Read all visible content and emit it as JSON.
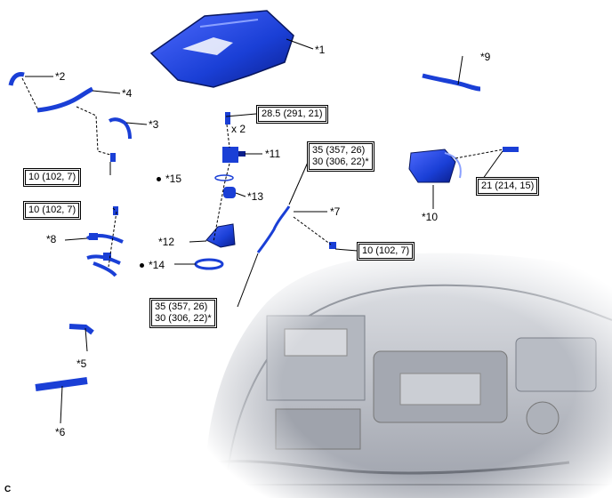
{
  "callouts": {
    "c1": "*1",
    "c2": "*2",
    "c3": "*3",
    "c4": "*4",
    "c5": "*5",
    "c6": "*6",
    "c7": "*7",
    "c8": "*8",
    "c9": "*9",
    "c10": "*10",
    "c11": "*11",
    "c12": "*12",
    "c13": "*13",
    "c14": "*14",
    "c15": "*15"
  },
  "torques": {
    "t_bolt_top": "28.5 (291, 21)",
    "t_throttle": "21 (214, 15)",
    "t_upper_left": "10 (102, 7)",
    "t_mid_left": "10 (102, 7)",
    "t_mid_right": "10 (102, 7)",
    "t_pipe_upper_a": "35 (357, 26)",
    "t_pipe_upper_b": "30 (306, 22)*",
    "t_pipe_lower_a": "35 (357, 26)",
    "t_pipe_lower_b": "30 (306, 22)*"
  },
  "qty": {
    "x2": "x 2"
  },
  "corner_code": "C",
  "colors": {
    "part": "#1a3fd6",
    "part_dark": "#0b1e8c",
    "engine_bay": "#c9ccd3"
  }
}
